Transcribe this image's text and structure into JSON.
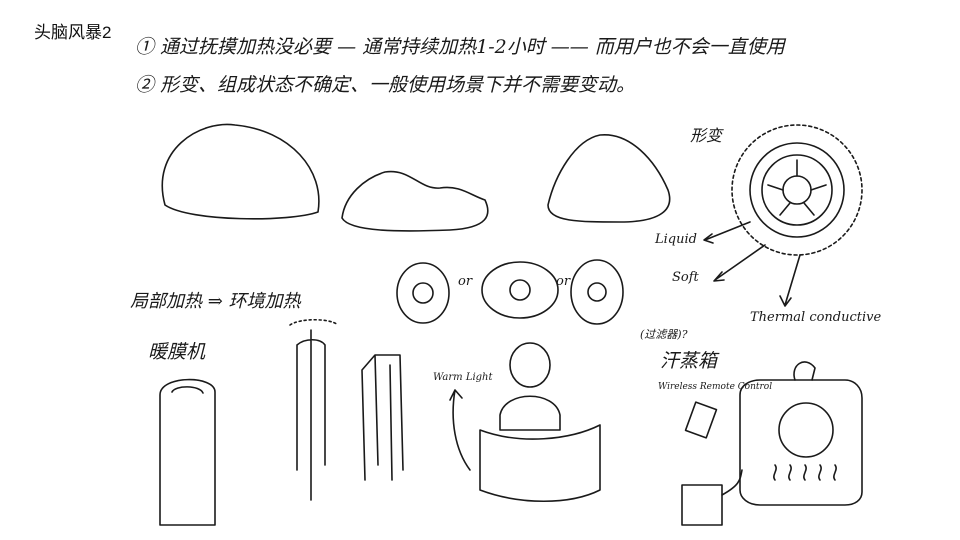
{
  "slide": {
    "title": "头脑风暴2",
    "notes": [
      "① 通过抚摸加热没必要 — 通常持续加热1-2小时 —— 而用户也不会一直使用",
      "② 形变、组成状态不确定、一般使用场景下并不需要变动。"
    ]
  },
  "labels": {
    "deform": "形变",
    "liquid": "Liquid",
    "soft": "Soft",
    "thermal": "Thermal conductive",
    "local_to_env": "局部加热 ⇒ 环境加热",
    "or1": "or",
    "or2": "or",
    "heater": "暖膜机",
    "warm_light": "Warm Light",
    "filter": "(过滤器)?",
    "sauna": "汗蒸箱",
    "remote": "Wireless Remote Control"
  }
}
